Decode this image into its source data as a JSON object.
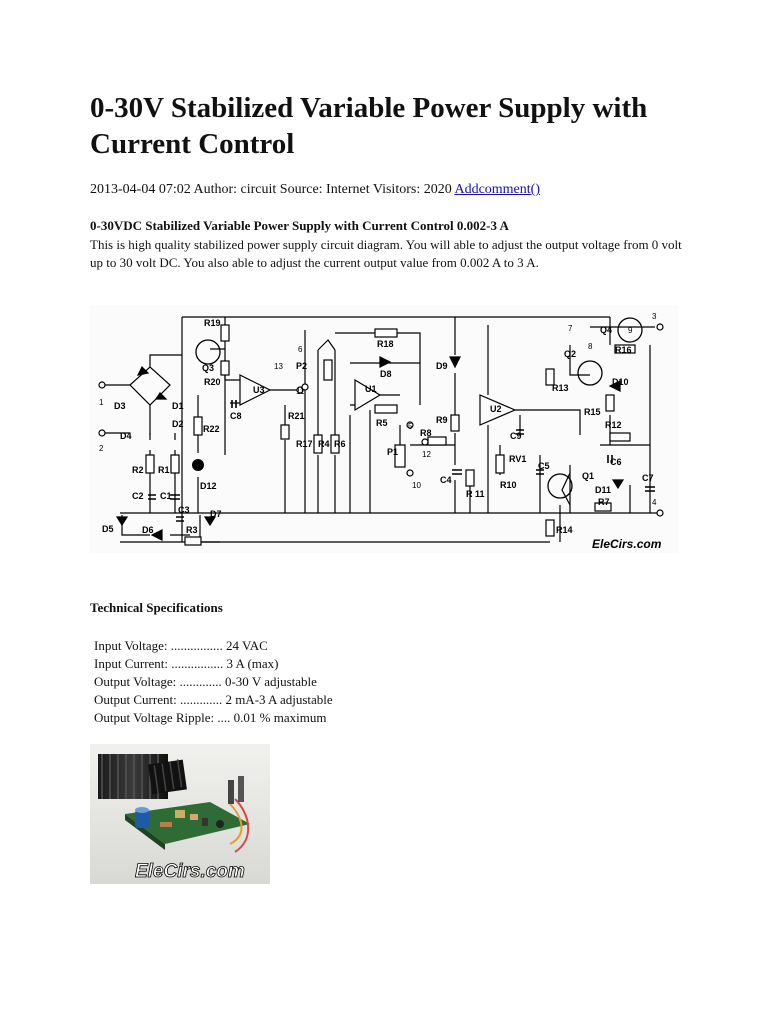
{
  "article": {
    "title": "0-30V Stabilized Variable Power Supply with Current Control",
    "meta": {
      "date": "2013-04-04 07:02",
      "author_label": "Author:",
      "author": "circuit",
      "source_label": "Source:",
      "source": "Internet",
      "visitors_label": "Visitors:",
      "visitors": "2020",
      "comment_link": "Addcomment()"
    },
    "subheading": "0-30VDC Stabilized Variable Power Supply with Current Control 0.002-3 A",
    "intro": "This is high quality stabilized power supply circuit diagram. You will able to adjust the output voltage from 0 volt up to 30 volt DC. You also able to adjust the current output value from 0.002 A to 3 A."
  },
  "schematic": {
    "watermark": "EleCirs.com",
    "labels": {
      "R19": "R19",
      "Q3": "Q3",
      "R20": "R20",
      "U3": "U3",
      "C8": "C8",
      "R21": "R21",
      "R22": "R22",
      "D12": "D12",
      "D3": "D3",
      "D1": "D1",
      "D4": "D4",
      "D2": "D2",
      "R2": "R2",
      "R1": "R1",
      "C2": "C2",
      "C1": "C1",
      "C3": "C3",
      "D5": "D5",
      "D6": "D6",
      "R3": "R3",
      "D7": "D7",
      "R18": "R18",
      "D8": "D8",
      "U1": "U1",
      "R5": "R5",
      "P2": "P2",
      "R17": "R17",
      "R4": "R4",
      "R6": "R6",
      "D9": "D9",
      "R9": "R9",
      "R8": "R8",
      "P1": "P1",
      "C4": "C4",
      "R11": "R 11",
      "U2": "U2",
      "C9": "C9",
      "RV1": "RV1",
      "R10": "R10",
      "C5": "C5",
      "Q1": "Q1",
      "Q2": "Q2",
      "R13": "R13",
      "R15": "R15",
      "D10": "D10",
      "R16": "R16",
      "Q4": "Q4",
      "R12": "R12",
      "C6": "C6",
      "D11": "D11",
      "C7": "C7",
      "R7": "R7",
      "R14": "R14"
    },
    "nodes": [
      "1",
      "2",
      "3",
      "4",
      "5",
      "6",
      "7",
      "8",
      "9",
      "10",
      "11",
      "12",
      "13"
    ]
  },
  "technical": {
    "title": "Technical Specifications",
    "specs": [
      {
        "label": "Input Voltage:",
        "dots": "................",
        "value": "24 VAC"
      },
      {
        "label": "Input Current:",
        "dots": "................",
        "value": "3 A (max)"
      },
      {
        "label": "Output Voltage:",
        "dots": ".............",
        "value": "0-30 V adjustable"
      },
      {
        "label": "Output Current:",
        "dots": ".............",
        "value": "2 mA-3 A adjustable"
      },
      {
        "label": "Output Voltage Ripple:",
        "dots": "....",
        "value": "0.01 % maximum"
      }
    ]
  },
  "photo": {
    "watermark": "EleCirs.com"
  }
}
